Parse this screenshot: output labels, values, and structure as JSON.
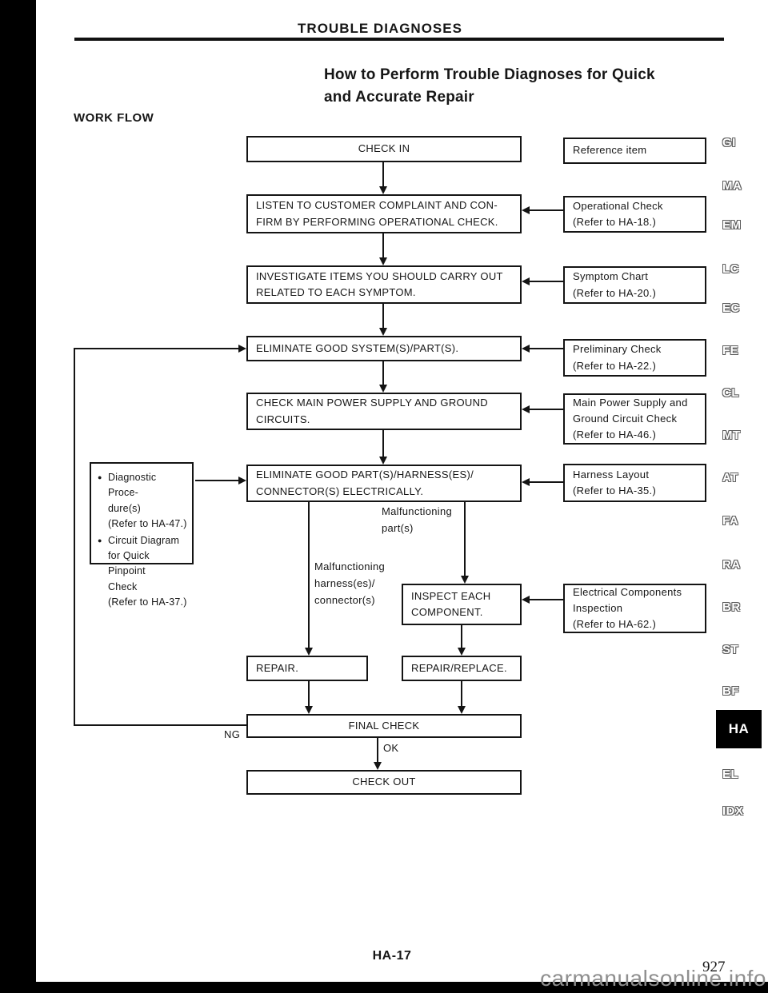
{
  "page": {
    "title": "TROUBLE DIAGNOSES",
    "heading": "How to Perform Trouble Diagnoses for Quick\nand Accurate Repair",
    "workflow_label": "WORK FLOW",
    "page_code": "HA-17",
    "page_number": "927",
    "watermark": "carmanualsonline.info"
  },
  "flow": {
    "check_in": "CHECK IN",
    "listen": "LISTEN TO CUSTOMER COMPLAINT AND CON-\nFIRM BY PERFORMING OPERATIONAL CHECK.",
    "investigate": "INVESTIGATE ITEMS YOU SHOULD CARRY OUT\nRELATED TO EACH SYMPTOM.",
    "eliminate_system": "ELIMINATE GOOD SYSTEM(S)/PART(S).",
    "check_power": "CHECK MAIN POWER SUPPLY AND GROUND\nCIRCUITS.",
    "eliminate_part": "ELIMINATE GOOD PART(S)/HARNESS(ES)/\nCONNECTOR(S) ELECTRICALLY.",
    "inspect": "INSPECT EACH\nCOMPONENT.",
    "repair": "REPAIR.",
    "repair_replace": "REPAIR/REPLACE.",
    "final_check": "FINAL CHECK",
    "check_out": "CHECK OUT",
    "ng_label": "NG",
    "ok_label": "OK",
    "malfunctioning_parts": "Malfunctioning\npart(s)",
    "malfunctioning_harness": "Malfunctioning\nharness(es)/\nconnector(s)"
  },
  "references": {
    "header": "Reference item",
    "items": [
      {
        "text": "Operational Check\n(Refer to HA-18.)"
      },
      {
        "text": "Symptom Chart\n(Refer to HA-20.)"
      },
      {
        "text": "Preliminary Check\n(Refer to HA-22.)"
      },
      {
        "text": "Main Power Supply and\nGround Circuit Check\n(Refer to HA-46.)"
      },
      {
        "text": "Harness Layout\n(Refer to HA-35.)"
      },
      {
        "text": "Electrical Components\nInspection\n(Refer to HA-62.)"
      }
    ]
  },
  "notes": {
    "bullet": "●",
    "items": [
      {
        "text": "Diagnostic Proce-\ndure(s)\n(Refer to HA-47.)"
      },
      {
        "text": "Circuit Diagram\nfor Quick Pinpoint\nCheck\n(Refer to HA-37.)"
      }
    ]
  },
  "margin_tabs": {
    "items": [
      {
        "label": "GI"
      },
      {
        "label": "MA"
      },
      {
        "label": "EM"
      },
      {
        "label": "LC"
      },
      {
        "label": "EC"
      },
      {
        "label": "FE"
      },
      {
        "label": "CL"
      },
      {
        "label": "MT"
      },
      {
        "label": "AT"
      },
      {
        "label": "FA"
      },
      {
        "label": "RA"
      },
      {
        "label": "BR"
      },
      {
        "label": "ST"
      },
      {
        "label": "BF"
      },
      {
        "label": "HA",
        "active": true
      },
      {
        "label": "EL"
      },
      {
        "label": "IDX"
      }
    ]
  },
  "colors": {
    "ink": "#141414",
    "watermark_gray": "#8f8f8f",
    "tab_active_bg": "#000000"
  }
}
